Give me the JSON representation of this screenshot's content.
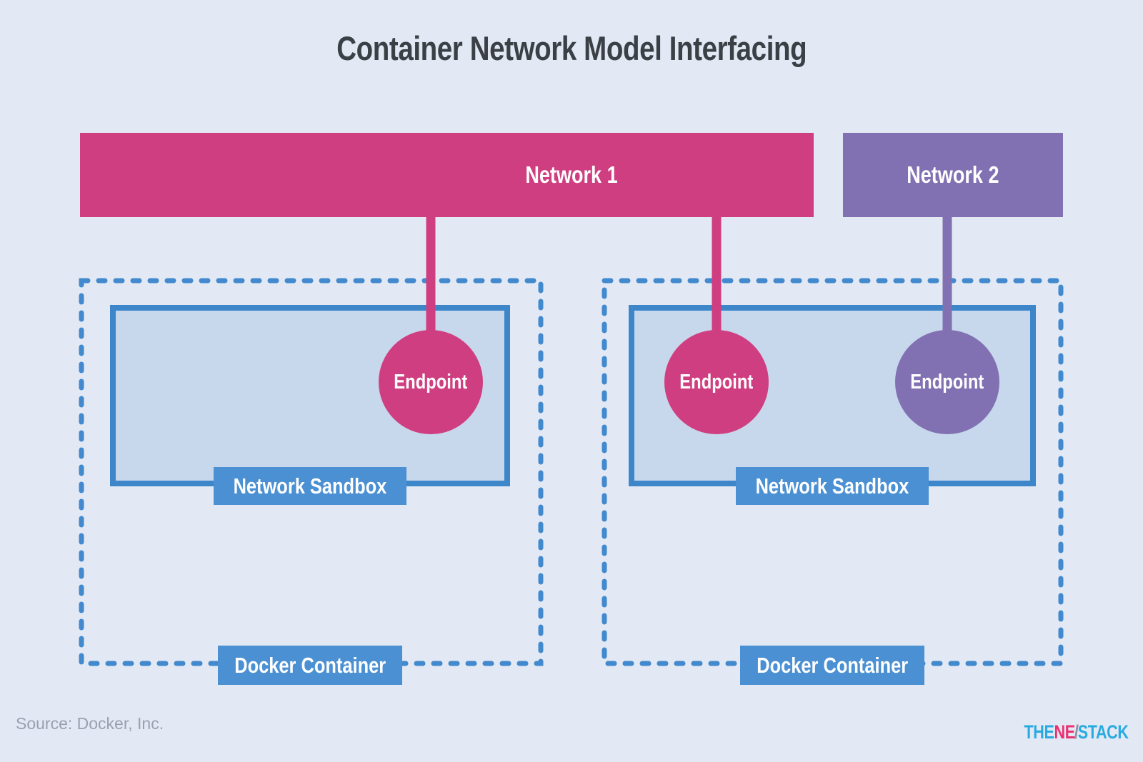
{
  "title": "Container Network Model Interfacing",
  "source": "Source: Docker, Inc.",
  "networks": [
    {
      "label": "Network 1",
      "color": "#cf3e80"
    },
    {
      "label": "Network 2",
      "color": "#8171b2"
    }
  ],
  "containers": [
    {
      "label": "Docker Container",
      "sandbox_label": "Network Sandbox",
      "endpoints": [
        {
          "label": "Endpoint",
          "connects_to": "Network 1",
          "color": "#cf3e80"
        }
      ]
    },
    {
      "label": "Docker Container",
      "sandbox_label": "Network Sandbox",
      "endpoints": [
        {
          "label": "Endpoint",
          "connects_to": "Network 1",
          "color": "#cf3e80"
        },
        {
          "label": "Endpoint",
          "connects_to": "Network 2",
          "color": "#8171b2"
        }
      ]
    }
  ],
  "logo": {
    "part1": "THE",
    "part2": "NE",
    "slash1": "/",
    "slash2": "/",
    "part3": "STACK"
  },
  "colors": {
    "background": "#e3e9f4",
    "network1_pink": "#cf3e80",
    "network2_purple": "#8171b2",
    "dashed_border_blue": "#4289ce",
    "sandbox_fill": "#c7d7ec",
    "sandbox_border": "#3d86c9",
    "label_box_blue": "#4a90d2",
    "title_text": "#3b4046",
    "source_text": "#98a1b0",
    "logo_blue": "#29abe2",
    "logo_pink": "#e9316f"
  }
}
